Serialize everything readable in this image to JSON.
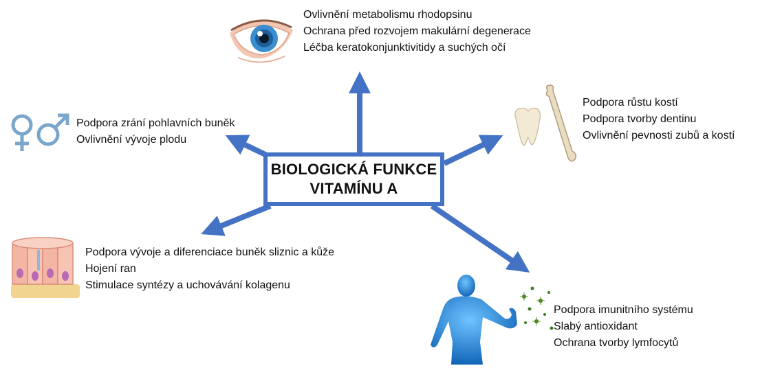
{
  "center": {
    "line1": "BIOLOGICKÁ FUNKCE",
    "line2": "VITAMÍNU A"
  },
  "colors": {
    "accent": "#4472c4",
    "text": "#111111"
  },
  "eye": {
    "icon": "eye-icon",
    "lines": [
      "Ovlivnění metabolismu rhodopsinu",
      "Ochrana před rozvojem makulární degenerace",
      "Léčba keratokonjunktivitidy a suchých očí"
    ]
  },
  "reproduction": {
    "icon": "gender-symbols-icon",
    "lines": [
      "Podpora zrání pohlavních buněk",
      "Ovlivnění vývoje plodu"
    ]
  },
  "bones": {
    "icon": "tooth-and-bone-icon",
    "lines": [
      "Podpora růstu kostí",
      "Podpora tvorby dentinu",
      "Ovlivnění pevnosti zubů a kostí"
    ]
  },
  "skin": {
    "icon": "epithelial-cells-icon",
    "lines": [
      "Podpora vývoje a diferenciace buněk sliznic a kůže",
      "Hojení ran",
      "Stimulace syntézy a uchovávání kolagenu"
    ]
  },
  "immunity": {
    "icon": "immune-body-icon",
    "lines": [
      "Podpora imunitního systému",
      "Slabý antioxidant",
      "Ochrana tvorby lymfocytů"
    ]
  }
}
